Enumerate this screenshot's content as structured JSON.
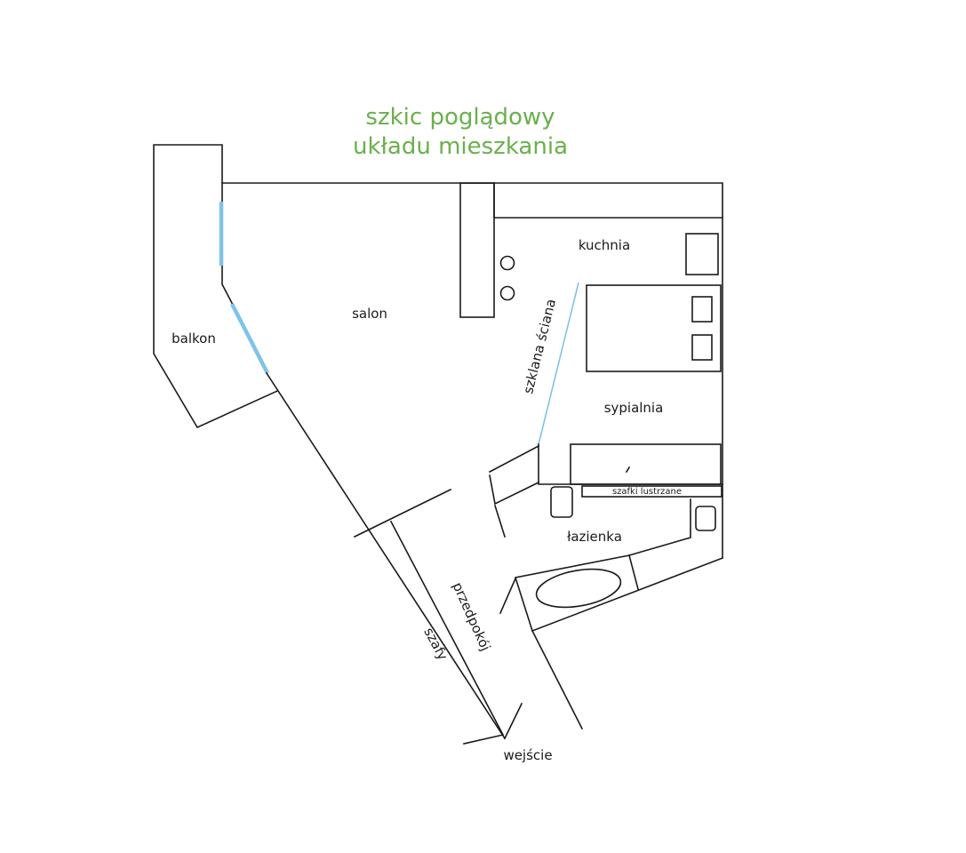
{
  "title": {
    "line1": "szkic poglądowy",
    "line2": "układu mieszkania",
    "color": "#6ab04c"
  },
  "colors": {
    "wall": "#1a1a1a",
    "window": "#7ec4e8",
    "glass_wall": "#7ec4e8"
  },
  "labels": {
    "balkon": "balkon",
    "salon": "salon",
    "kuchnia": "kuchnia",
    "szklana_sciana": "szklana ściana",
    "sypialnia": "sypialnia",
    "szafki_lustrzane": "szafki lustrzane",
    "lazienka": "łazienka",
    "przedpokoj": "przedpokój",
    "szafy": "szafy",
    "wejscie": "wejście"
  }
}
